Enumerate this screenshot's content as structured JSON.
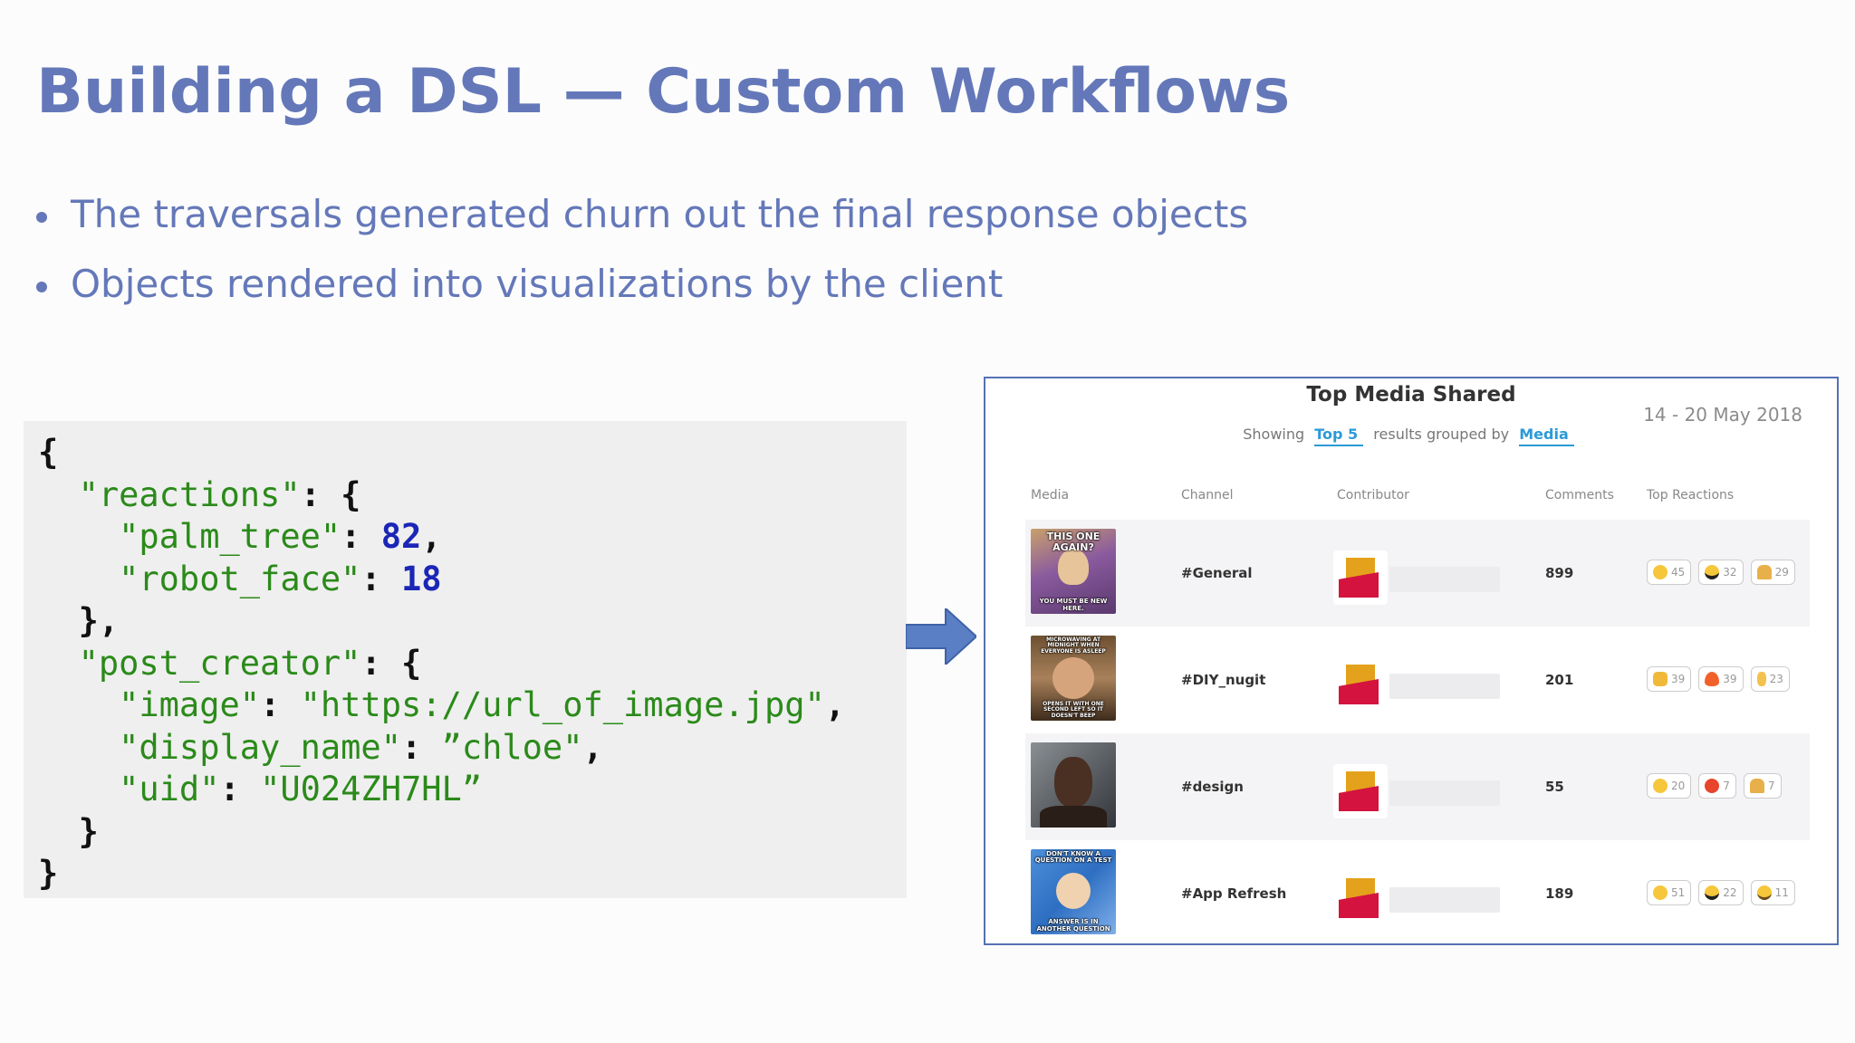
{
  "slide": {
    "title": "Building a DSL — Custom Workflows",
    "bullets": [
      "The traversals generated churn out the final response objects",
      "Objects rendered into visualizations by the client"
    ]
  },
  "json_example": {
    "reactions_key": "\"reactions\"",
    "palm_tree_key": "\"palm_tree\"",
    "palm_tree_value": "82",
    "robot_face_key": "\"robot_face\"",
    "robot_face_value": "18",
    "post_creator_key": "\"post_creator\"",
    "image_key": "\"image\"",
    "image_value": "\"https://url_of_image.jpg\"",
    "display_name_key": "\"display_name\"",
    "display_name_value": "”chloe\"",
    "uid_key": "\"uid\"",
    "uid_value": "\"U024ZH7HL”"
  },
  "colors": {
    "title": "#6478b9",
    "code_string": "#2b8a1a",
    "code_number": "#1b26b7",
    "panel_border": "#5671b3",
    "link_blue": "#2b9ad8"
  },
  "panel": {
    "title": "Top Media Shared",
    "date_range": "14 - 20 May 2018",
    "showing_label": "Showing",
    "top_label": "Top 5",
    "grouped_label": "results grouped by",
    "group_value": "Media",
    "columns": [
      "Media",
      "Channel",
      "Contributor",
      "Comments",
      "Top Reactions"
    ],
    "rows": [
      {
        "caption_top": "THIS ONE AGAIN?",
        "caption_bottom": "YOU MUST BE NEW HERE.",
        "channel": "#General",
        "comments": "899",
        "reactions": [
          {
            "icon": "laughing-emoji-icon",
            "count": "45"
          },
          {
            "icon": "sunglasses-emoji-icon",
            "count": "32"
          },
          {
            "icon": "praying-hands-icon",
            "count": "29"
          }
        ]
      },
      {
        "caption_top": "MICROWAVING AT MIDNIGHT WHEN EVERYONE IS ASLEEP",
        "caption_bottom": "OPENS IT WITH ONE SECOND LEFT SO IT DOESN'T BEEP",
        "channel": "#DIY_nugit",
        "comments": "201",
        "reactions": [
          {
            "icon": "clapping-hands-icon",
            "count": "39"
          },
          {
            "icon": "fire-icon",
            "count": "39"
          },
          {
            "icon": "pointing-up-icon",
            "count": "23"
          }
        ]
      },
      {
        "caption_top": "",
        "caption_bottom": "",
        "channel": "#design",
        "comments": "55",
        "reactions": [
          {
            "icon": "smiling-emoji-icon",
            "count": "20"
          },
          {
            "icon": "angry-emoji-icon",
            "count": "7"
          },
          {
            "icon": "praying-hands-icon",
            "count": "7"
          }
        ]
      },
      {
        "caption_top": "DON'T KNOW A QUESTION ON A TEST",
        "caption_bottom": "ANSWER IS IN ANOTHER QUESTION",
        "channel": "#App Refresh",
        "comments": "189",
        "reactions": [
          {
            "icon": "laughing-emoji-icon",
            "count": "51"
          },
          {
            "icon": "sunglasses-emoji-icon",
            "count": "22"
          },
          {
            "icon": "nerd-emoji-icon",
            "count": "11"
          }
        ]
      }
    ]
  }
}
